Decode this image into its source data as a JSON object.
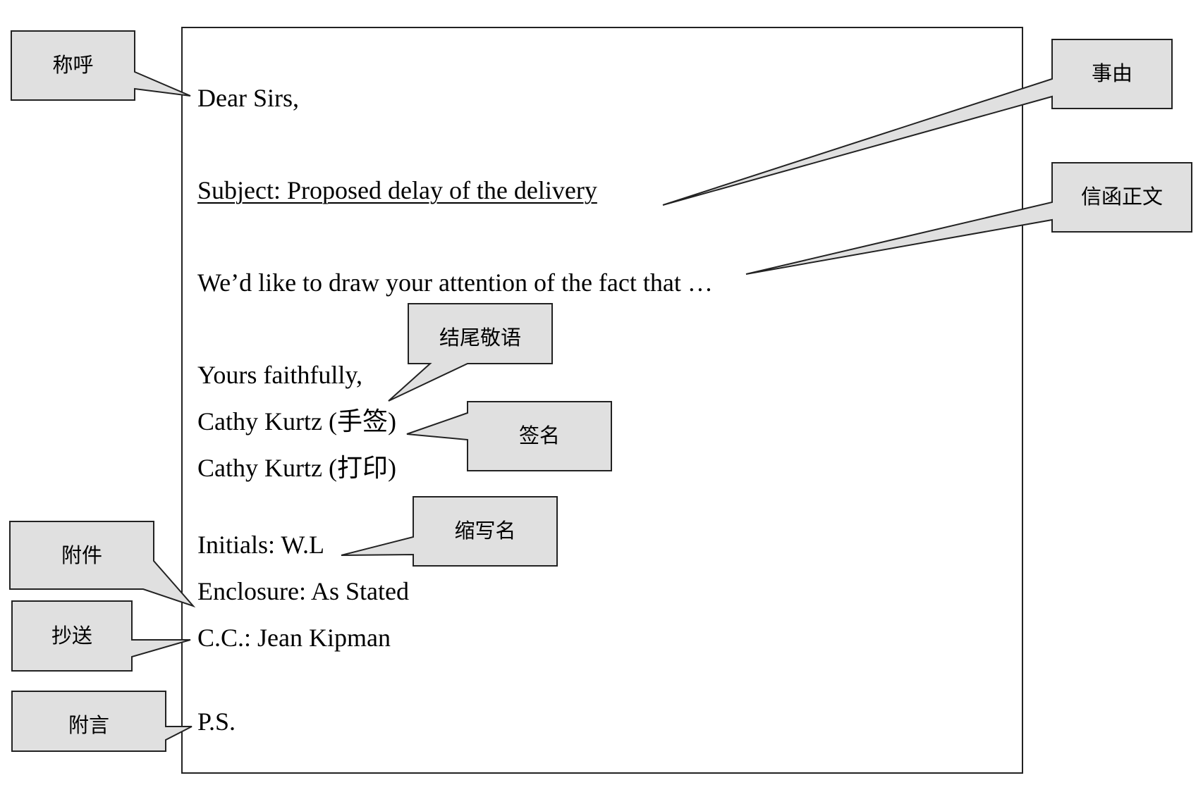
{
  "letter": {
    "salutation": "Dear Sirs,",
    "subject": "Subject: Proposed delay of the delivery",
    "body": "We’d like to draw your attention of the fact that …",
    "closing": "Yours faithfully,",
    "signature_handwritten": "Cathy Kurtz (手签)",
    "signature_typed": "Cathy Kurtz (打印)",
    "initials": "Initials: W.L",
    "enclosure": "Enclosure: As Stated",
    "cc": "C.C.: Jean Kipman",
    "ps": "P.S."
  },
  "callouts": {
    "salutation": "称呼",
    "subject": "事由",
    "body": "信函正文",
    "closing": "结尾敬语",
    "signature": "签名",
    "initials": "缩写名",
    "enclosure": "附件",
    "cc": "抄送",
    "ps": "附言"
  },
  "colors": {
    "callout_fill": "#e0e0e0",
    "callout_stroke": "#222222"
  }
}
